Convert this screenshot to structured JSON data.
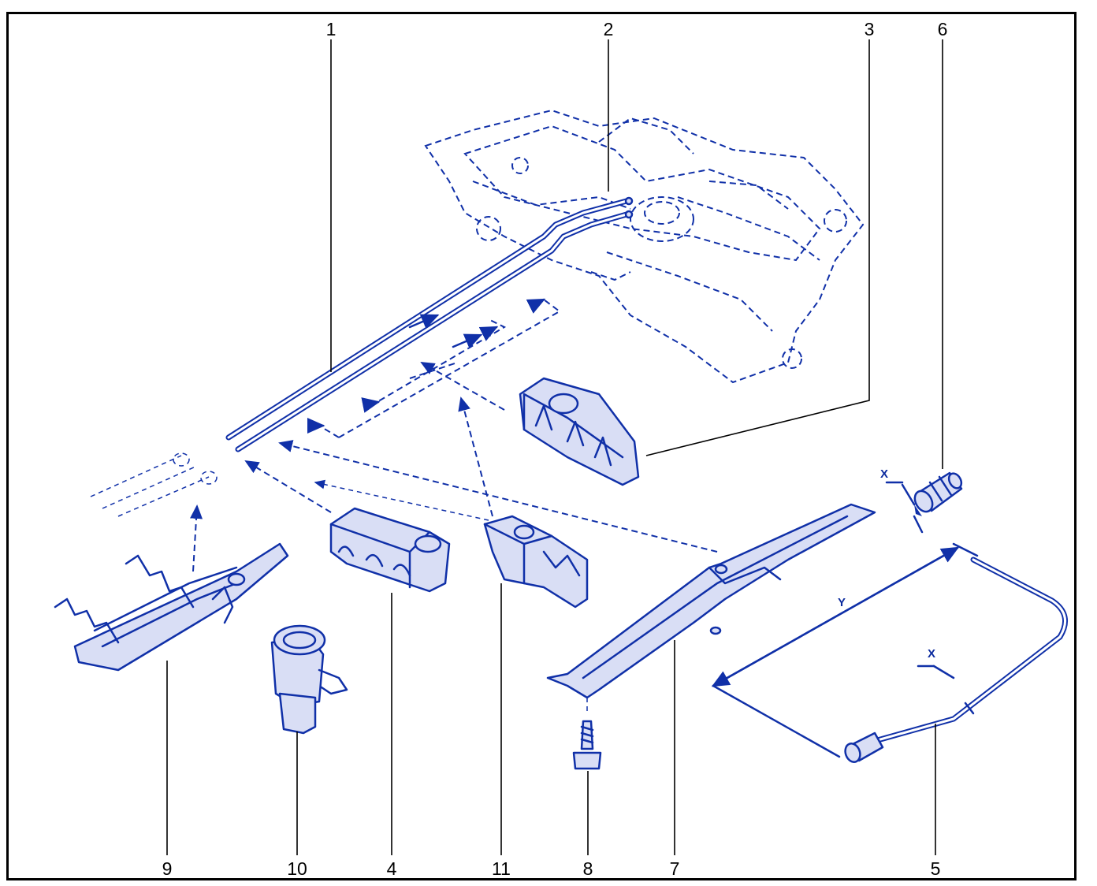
{
  "callouts": {
    "n1": "1",
    "n2": "2",
    "n3": "3",
    "n6": "6",
    "n9": "9",
    "n10": "10",
    "n4": "4",
    "n11": "11",
    "n8": "8",
    "n7": "7",
    "n5": "5"
  },
  "dimensions": {
    "x_top": "X",
    "x_bottom": "X",
    "y": "Y"
  },
  "colors": {
    "line_art": "#1030a8",
    "label_text": "#000000",
    "frame": "#000000"
  }
}
